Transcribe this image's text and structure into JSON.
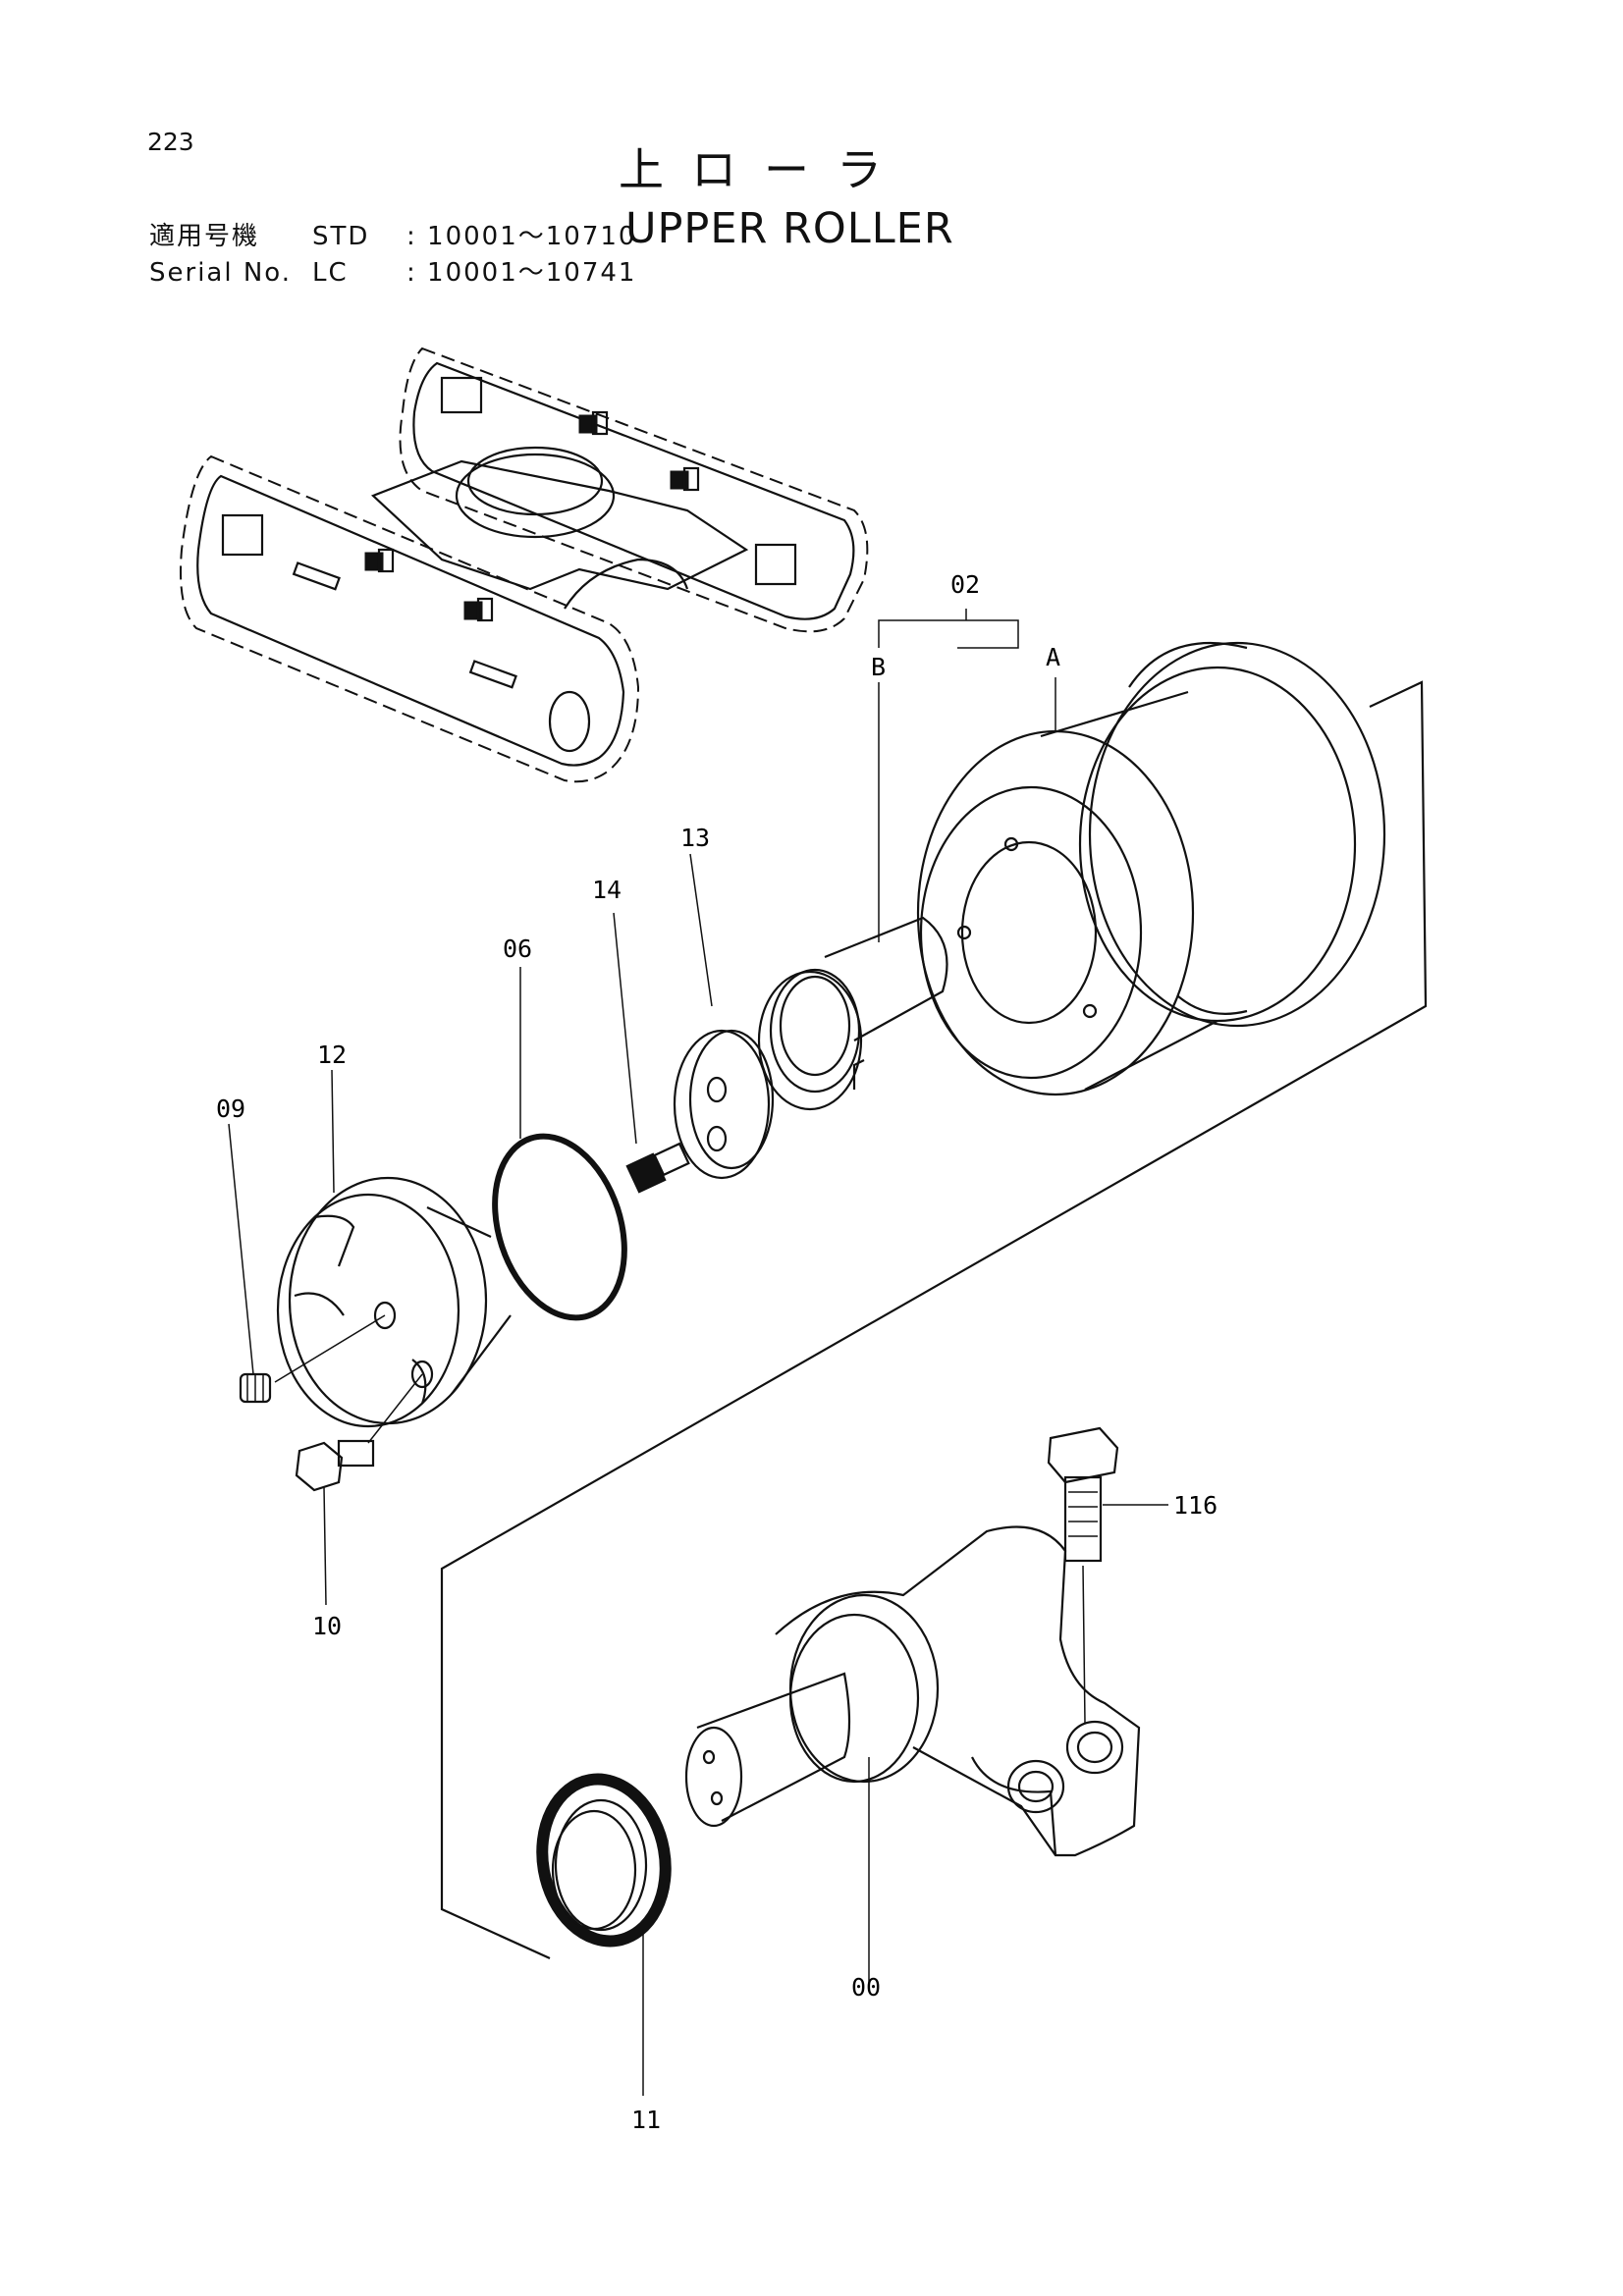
{
  "header": {
    "page_number": "223",
    "title_jp": "上ローラ",
    "title_en": "UPPER ROLLER"
  },
  "applicability": {
    "row1": {
      "label": "適用号機",
      "model": "STD",
      "serial": ": 10001～10710"
    },
    "row2": {
      "label": "Serial No.",
      "model": "LC",
      "serial": ": 10001～10741"
    }
  },
  "callouts": {
    "p02": "02",
    "pA": "A",
    "pB": "B",
    "p13": "13",
    "p14": "14",
    "p06": "06",
    "p12": "12",
    "p09": "09",
    "p10": "10",
    "p116": "116",
    "p00": "00",
    "p11": "11"
  }
}
